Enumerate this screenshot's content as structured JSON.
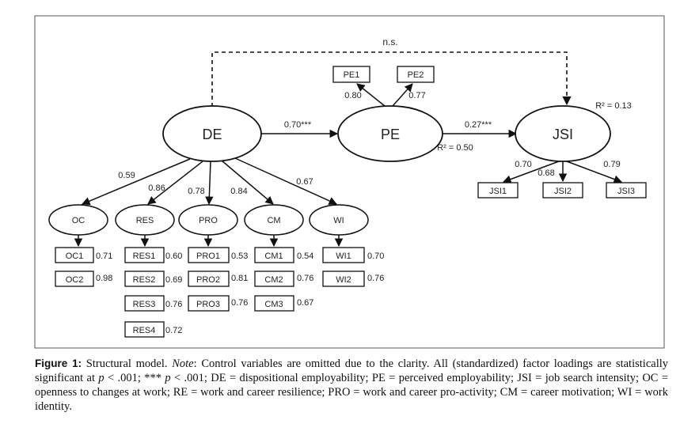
{
  "diagram": {
    "ns_label": "n.s.",
    "latent": {
      "de": "DE",
      "pe": "PE",
      "jsi": "JSI",
      "oc": "OC",
      "res": "RES",
      "pro": "PRO",
      "cm": "CM",
      "wi": "WI"
    },
    "paths": {
      "de_pe": "0.70***",
      "pe_jsi": "0.27***"
    },
    "r2": {
      "pe": "R² = 0.50",
      "jsi": "R² = 0.13"
    },
    "de_loadings": {
      "oc": "0.59",
      "res": "0.86",
      "pro": "0.78",
      "cm": "0.84",
      "wi": "0.67"
    },
    "pe_indicators": [
      {
        "label": "PE1",
        "loading": "0.80"
      },
      {
        "label": "PE2",
        "loading": "0.77"
      }
    ],
    "jsi_indicators": [
      {
        "label": "JSI1",
        "loading": "0.70"
      },
      {
        "label": "JSI2",
        "loading": "0.68"
      },
      {
        "label": "JSI3",
        "loading": "0.79"
      }
    ],
    "oc_indicators": [
      {
        "label": "OC1",
        "loading": "0.71"
      },
      {
        "label": "OC2",
        "loading": "0.98"
      }
    ],
    "res_indicators": [
      {
        "label": "RES1",
        "loading": "0.60"
      },
      {
        "label": "RES2",
        "loading": "0.69"
      },
      {
        "label": "RES3",
        "loading": "0.76"
      },
      {
        "label": "RES4",
        "loading": "0.72"
      }
    ],
    "pro_indicators": [
      {
        "label": "PRO1",
        "loading": "0.53"
      },
      {
        "label": "PRO2",
        "loading": "0.81"
      },
      {
        "label": "PRO3",
        "loading": "0.76"
      }
    ],
    "cm_indicators": [
      {
        "label": "CM1",
        "loading": "0.54"
      },
      {
        "label": "CM2",
        "loading": "0.76"
      },
      {
        "label": "CM3",
        "loading": "0.67"
      }
    ],
    "wi_indicators": [
      {
        "label": "WI1",
        "loading": "0.70"
      },
      {
        "label": "WI2",
        "loading": "0.76"
      }
    ]
  },
  "caption": {
    "figure_label": "Figure 1:",
    "t1": " Structural model. ",
    "note": "Note",
    "t2": ": Control variables are omitted due to the clarity. All (standardized) factor loadings are statistically significant at ",
    "p1": "p",
    "t3": " < .001; *** ",
    "p2": "p",
    "t4": " < .001; DE = dispositional employability; PE = perceived employability; JSI = job search intensity; OC = openness to changes at work; RE = work and career resilience; PRO = work and career pro-activity; CM = career motivation; WI = work identity."
  }
}
